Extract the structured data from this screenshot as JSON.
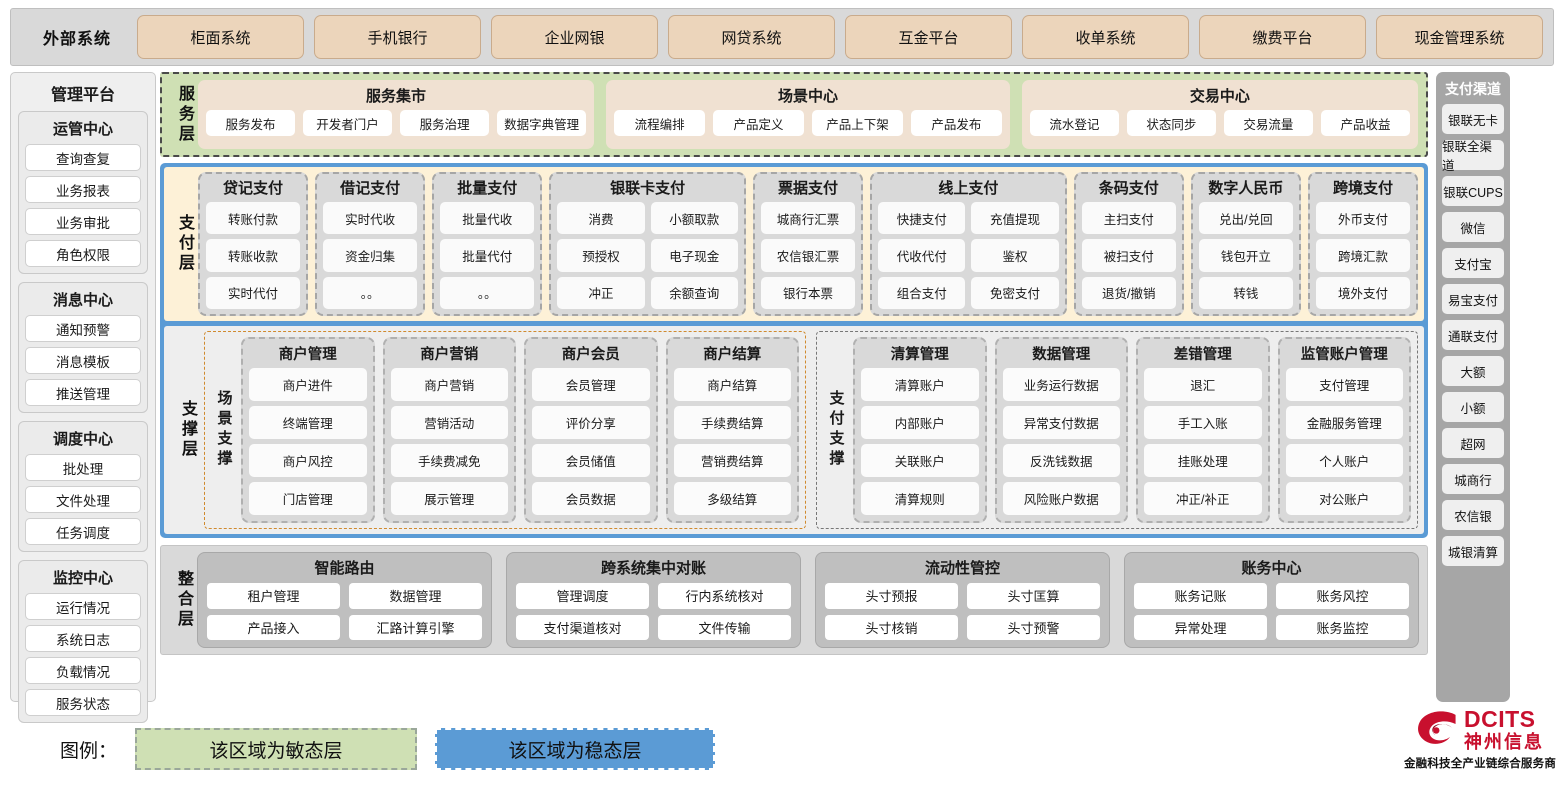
{
  "external_bar": {
    "title": "外部系统",
    "items": [
      "柜面系统",
      "手机银行",
      "企业网银",
      "网贷系统",
      "互金平台",
      "收单系统",
      "缴费平台",
      "现金管理系统"
    ]
  },
  "left_sidebar": {
    "title": "管理平台",
    "groups": [
      {
        "title": "运管中心",
        "items": [
          "查询查复",
          "业务报表",
          "业务审批",
          "角色权限"
        ]
      },
      {
        "title": "消息中心",
        "items": [
          "通知预警",
          "消息模板",
          "推送管理"
        ]
      },
      {
        "title": "调度中心",
        "items": [
          "批处理",
          "文件处理",
          "任务调度"
        ]
      },
      {
        "title": "监控中心",
        "items": [
          "运行情况",
          "系统日志",
          "负载情况",
          "服务状态"
        ]
      }
    ]
  },
  "right_sidebar": {
    "title": "支付渠道",
    "items": [
      "银联无卡",
      "银联全渠道",
      "银联CUPS",
      "微信",
      "支付宝",
      "易宝支付",
      "通联支付",
      "大额",
      "小额",
      "超网",
      "城商行",
      "农信银",
      "城银清算"
    ]
  },
  "service_layer": {
    "label": "服务层",
    "cards": [
      {
        "title": "服务集市",
        "items": [
          "服务发布",
          "开发者门户",
          "服务治理",
          "数据字典管理"
        ]
      },
      {
        "title": "场景中心",
        "items": [
          "流程编排",
          "产品定义",
          "产品上下架",
          "产品发布"
        ]
      },
      {
        "title": "交易中心",
        "items": [
          "流水登记",
          "状态同步",
          "交易流量",
          "产品收益"
        ]
      }
    ]
  },
  "payment_layer": {
    "label": "支付层",
    "cards": [
      {
        "title": "贷记支付",
        "cols": 1,
        "rows": [
          [
            "转账付款"
          ],
          [
            "转账收款"
          ],
          [
            "实时代付"
          ]
        ]
      },
      {
        "title": "借记支付",
        "cols": 1,
        "rows": [
          [
            "实时代收"
          ],
          [
            "资金归集"
          ],
          [
            "。。"
          ]
        ]
      },
      {
        "title": "批量支付",
        "cols": 1,
        "rows": [
          [
            "批量代收"
          ],
          [
            "批量代付"
          ],
          [
            "。。"
          ]
        ]
      },
      {
        "title": "银联卡支付",
        "cols": 2,
        "rows": [
          [
            "消费",
            "小额取款"
          ],
          [
            "预授权",
            "电子现金"
          ],
          [
            "冲正",
            "余额查询"
          ]
        ]
      },
      {
        "title": "票据支付",
        "cols": 1,
        "rows": [
          [
            "城商行汇票"
          ],
          [
            "农信银汇票"
          ],
          [
            "银行本票"
          ]
        ]
      },
      {
        "title": "线上支付",
        "cols": 2,
        "rows": [
          [
            "快捷支付",
            "充值提现"
          ],
          [
            "代收代付",
            "鉴权"
          ],
          [
            "组合支付",
            "免密支付"
          ]
        ]
      },
      {
        "title": "条码支付",
        "cols": 1,
        "rows": [
          [
            "主扫支付"
          ],
          [
            "被扫支付"
          ],
          [
            "退货/撤销"
          ]
        ]
      },
      {
        "title": "数字人民币",
        "cols": 1,
        "rows": [
          [
            "兑出/兑回"
          ],
          [
            "钱包开立"
          ],
          [
            "转钱"
          ]
        ]
      },
      {
        "title": "跨境支付",
        "cols": 1,
        "rows": [
          [
            "外币支付"
          ],
          [
            "跨境汇款"
          ],
          [
            "境外支付"
          ]
        ]
      }
    ]
  },
  "support_layer": {
    "label": "支撑层",
    "sections": [
      {
        "sublabel": "场景支撑",
        "cards": [
          {
            "title": "商户管理",
            "items": [
              "商户进件",
              "终端管理",
              "商户风控",
              "门店管理"
            ]
          },
          {
            "title": "商户营销",
            "items": [
              "商户营销",
              "营销活动",
              "手续费减免",
              "展示管理"
            ]
          },
          {
            "title": "商户会员",
            "items": [
              "会员管理",
              "评价分享",
              "会员储值",
              "会员数据"
            ]
          },
          {
            "title": "商户结算",
            "items": [
              "商户结算",
              "手续费结算",
              "营销费结算",
              "多级结算"
            ]
          }
        ]
      },
      {
        "sublabel": "支付支撑",
        "cards": [
          {
            "title": "清算管理",
            "items": [
              "清算账户",
              "内部账户",
              "关联账户",
              "清算规则"
            ]
          },
          {
            "title": "数据管理",
            "items": [
              "业务运行数据",
              "异常支付数据",
              "反洗钱数据",
              "风险账户数据"
            ]
          },
          {
            "title": "差错管理",
            "items": [
              "退汇",
              "手工入账",
              "挂账处理",
              "冲正/补正"
            ]
          },
          {
            "title": "监管账户管理",
            "items": [
              "支付管理",
              "金融服务管理",
              "个人账户",
              "对公账户"
            ]
          }
        ]
      }
    ]
  },
  "integration_layer": {
    "label": "整合层",
    "cards": [
      {
        "title": "智能路由",
        "rows": [
          [
            "租户管理",
            "数据管理"
          ],
          [
            "产品接入",
            "汇路计算引擎"
          ]
        ]
      },
      {
        "title": "跨系统集中对账",
        "rows": [
          [
            "管理调度",
            "行内系统核对"
          ],
          [
            "支付渠道核对",
            "文件传输"
          ]
        ]
      },
      {
        "title": "流动性管控",
        "rows": [
          [
            "头寸预报",
            "头寸匡算"
          ],
          [
            "头寸核销",
            "头寸预警"
          ]
        ]
      },
      {
        "title": "账务中心",
        "rows": [
          [
            "账务记账",
            "账务风控"
          ],
          [
            "异常处理",
            "账务监控"
          ]
        ]
      }
    ]
  },
  "legend": {
    "label": "图例：",
    "agile": "该区域为敏态层",
    "stable": "该区域为稳态层",
    "agile_color": "#cfe0b4",
    "stable_color": "#5b9bd5"
  },
  "logo": {
    "en": "DCITS",
    "cn": "神州信息",
    "tagline": "金融科技全产业链综合服务商",
    "brand_color": "#c8102e"
  }
}
